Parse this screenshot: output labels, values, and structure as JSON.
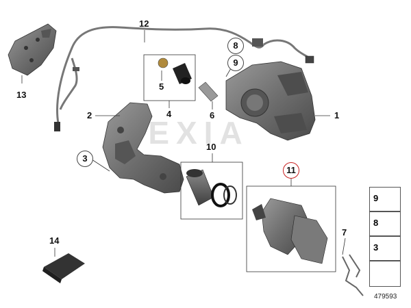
{
  "diagram": {
    "callouts": {
      "c1": "1",
      "c2": "2",
      "c3": "3",
      "c4": "4",
      "c5": "5",
      "c6": "6",
      "c7": "7",
      "c8": "8",
      "c9": "9",
      "c10": "10",
      "c11": "11",
      "c12": "12",
      "c13": "13",
      "c14": "14"
    },
    "legend": [
      {
        "num": "9"
      },
      {
        "num": "8"
      },
      {
        "num": "3"
      }
    ],
    "diagram_number": "479593",
    "watermark": "EXIA",
    "colors": {
      "part_gray": "#6b6b6b",
      "outline": "#2a2a2a",
      "highlight_circle": "#c81e1e"
    }
  }
}
